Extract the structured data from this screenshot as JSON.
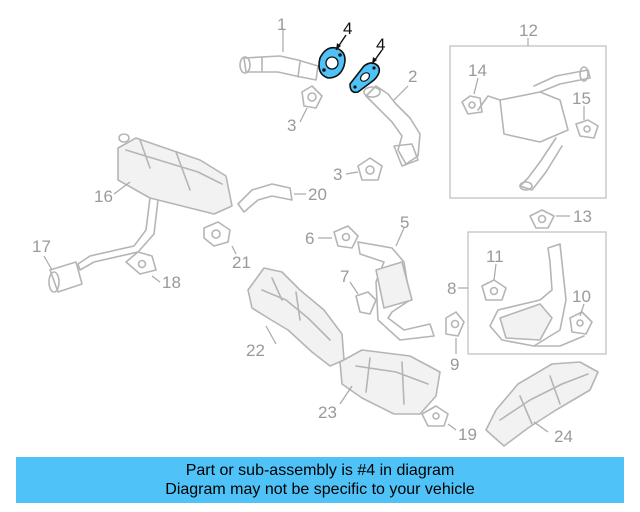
{
  "labels": {
    "l1": "1",
    "l2": "2",
    "l3a": "3",
    "l3b": "3",
    "l4a": "4",
    "l4b": "4",
    "l5": "5",
    "l6": "6",
    "l7": "7",
    "l8": "8",
    "l9": "9",
    "l10": "10",
    "l11": "11",
    "l12": "12",
    "l13": "13",
    "l14": "14",
    "l15": "15",
    "l16": "16",
    "l17": "17",
    "l18": "18",
    "l19": "19",
    "l20": "20",
    "l21": "21",
    "l22": "22",
    "l23": "23",
    "l24": "24"
  },
  "highlight_part": "4",
  "banner": {
    "line1": "Part or sub-assembly is #4 in diagram",
    "line2": "Diagram may not be specific to your vehicle"
  },
  "colors": {
    "banner_bg": "#4fc3f7",
    "highlight": "#4fc3f7",
    "part_lines": "#b5b5b5"
  }
}
